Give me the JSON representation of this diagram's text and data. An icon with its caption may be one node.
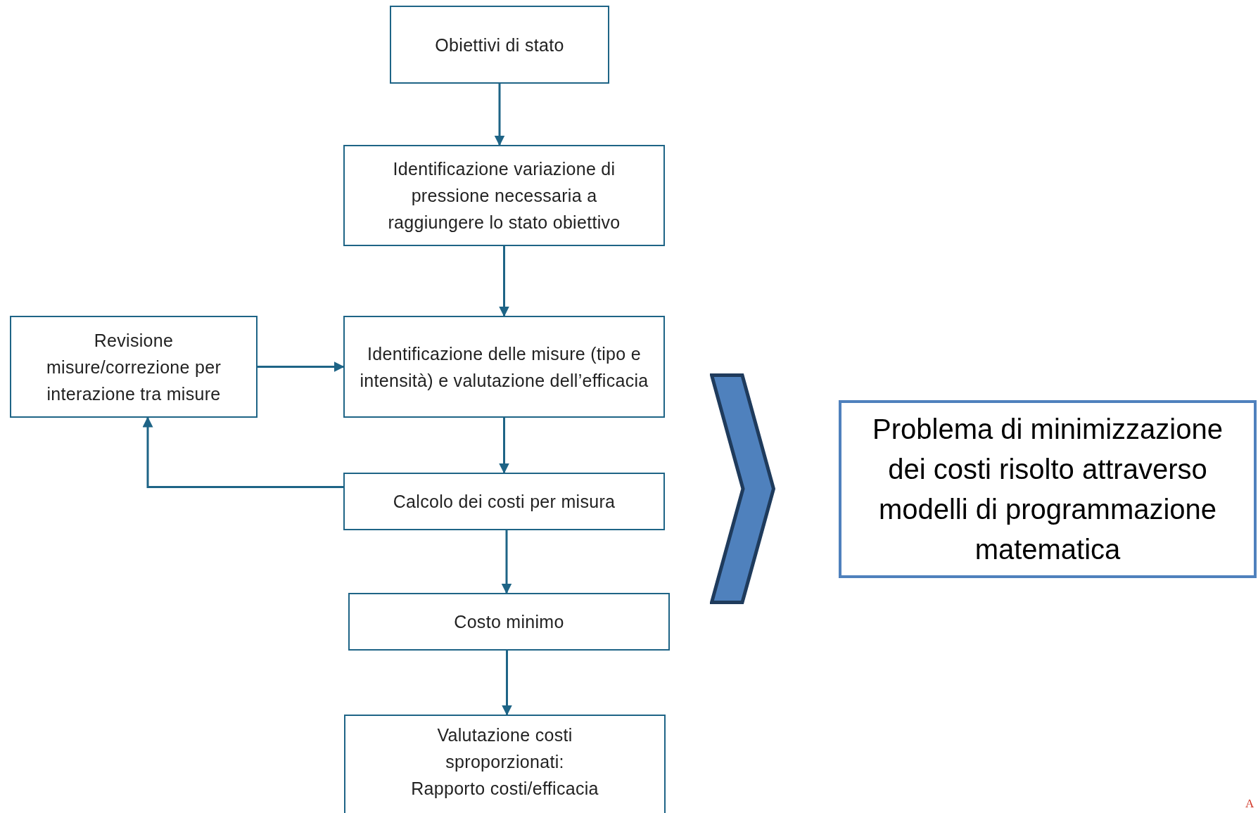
{
  "diagram": {
    "nodes": [
      {
        "text": [
          "Obiettivi di stato"
        ]
      },
      {
        "text": [
          "Identificazione variazione di pressione necessaria a raggiungere lo stato obiettivo"
        ]
      },
      {
        "text": [
          "Revisione misure/correzione per interazione tra misure"
        ]
      },
      {
        "text": [
          "Identificazione delle misure (tipo e intensità) e valutazione dell’efficacia"
        ]
      },
      {
        "text": [
          "Calcolo dei costi per misura"
        ]
      },
      {
        "text": [
          "Costo minimo"
        ]
      },
      {
        "text": [
          "Valutazione costi sproporzionati: Rapporto costi/efficacia"
        ]
      },
      {
        "text": [],
        "shape": "chevron"
      },
      {
        "text": [
          "Problema di minimizzazione dei costi risolto attraverso modelli di programmazione matematica"
        ]
      }
    ],
    "edges": [
      {
        "from": 0,
        "to": 1,
        "arrow": "to"
      },
      {
        "from": 1,
        "to": 3,
        "arrow": "to"
      },
      {
        "from": 2,
        "to": 3,
        "arrow": "to"
      },
      {
        "from": 3,
        "to": 4,
        "arrow": "to"
      },
      {
        "from": 4,
        "to": 2,
        "arrow": "to"
      },
      {
        "from": 4,
        "to": 5,
        "arrow": "to"
      },
      {
        "from": 5,
        "to": 6,
        "arrow": "to"
      }
    ],
    "labels": [
      "A"
    ]
  }
}
